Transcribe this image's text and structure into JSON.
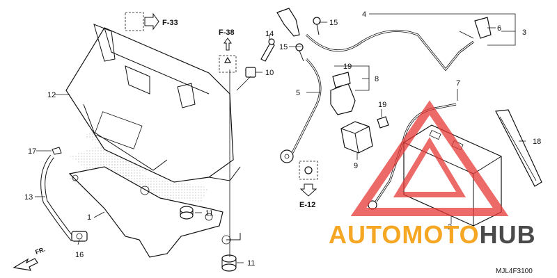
{
  "callouts": [
    "1",
    "2",
    "3",
    "4",
    "5",
    "6",
    "7",
    "8",
    "9",
    "10",
    "11",
    "11",
    "12",
    "13",
    "14",
    "15",
    "15",
    "16",
    "17",
    "18",
    "19",
    "19"
  ],
  "references": {
    "top_left": "F-33",
    "center_top": "F-38",
    "center_bottom": "E-12"
  },
  "front_marker": "FR.",
  "diagram_code": "MJL4F3100",
  "watermark": {
    "part1": "AUTOMOTO",
    "part2": "HUB",
    "color1": "#f5a623",
    "color2": "#4a4a4a",
    "triangle_color": "#e53935"
  }
}
